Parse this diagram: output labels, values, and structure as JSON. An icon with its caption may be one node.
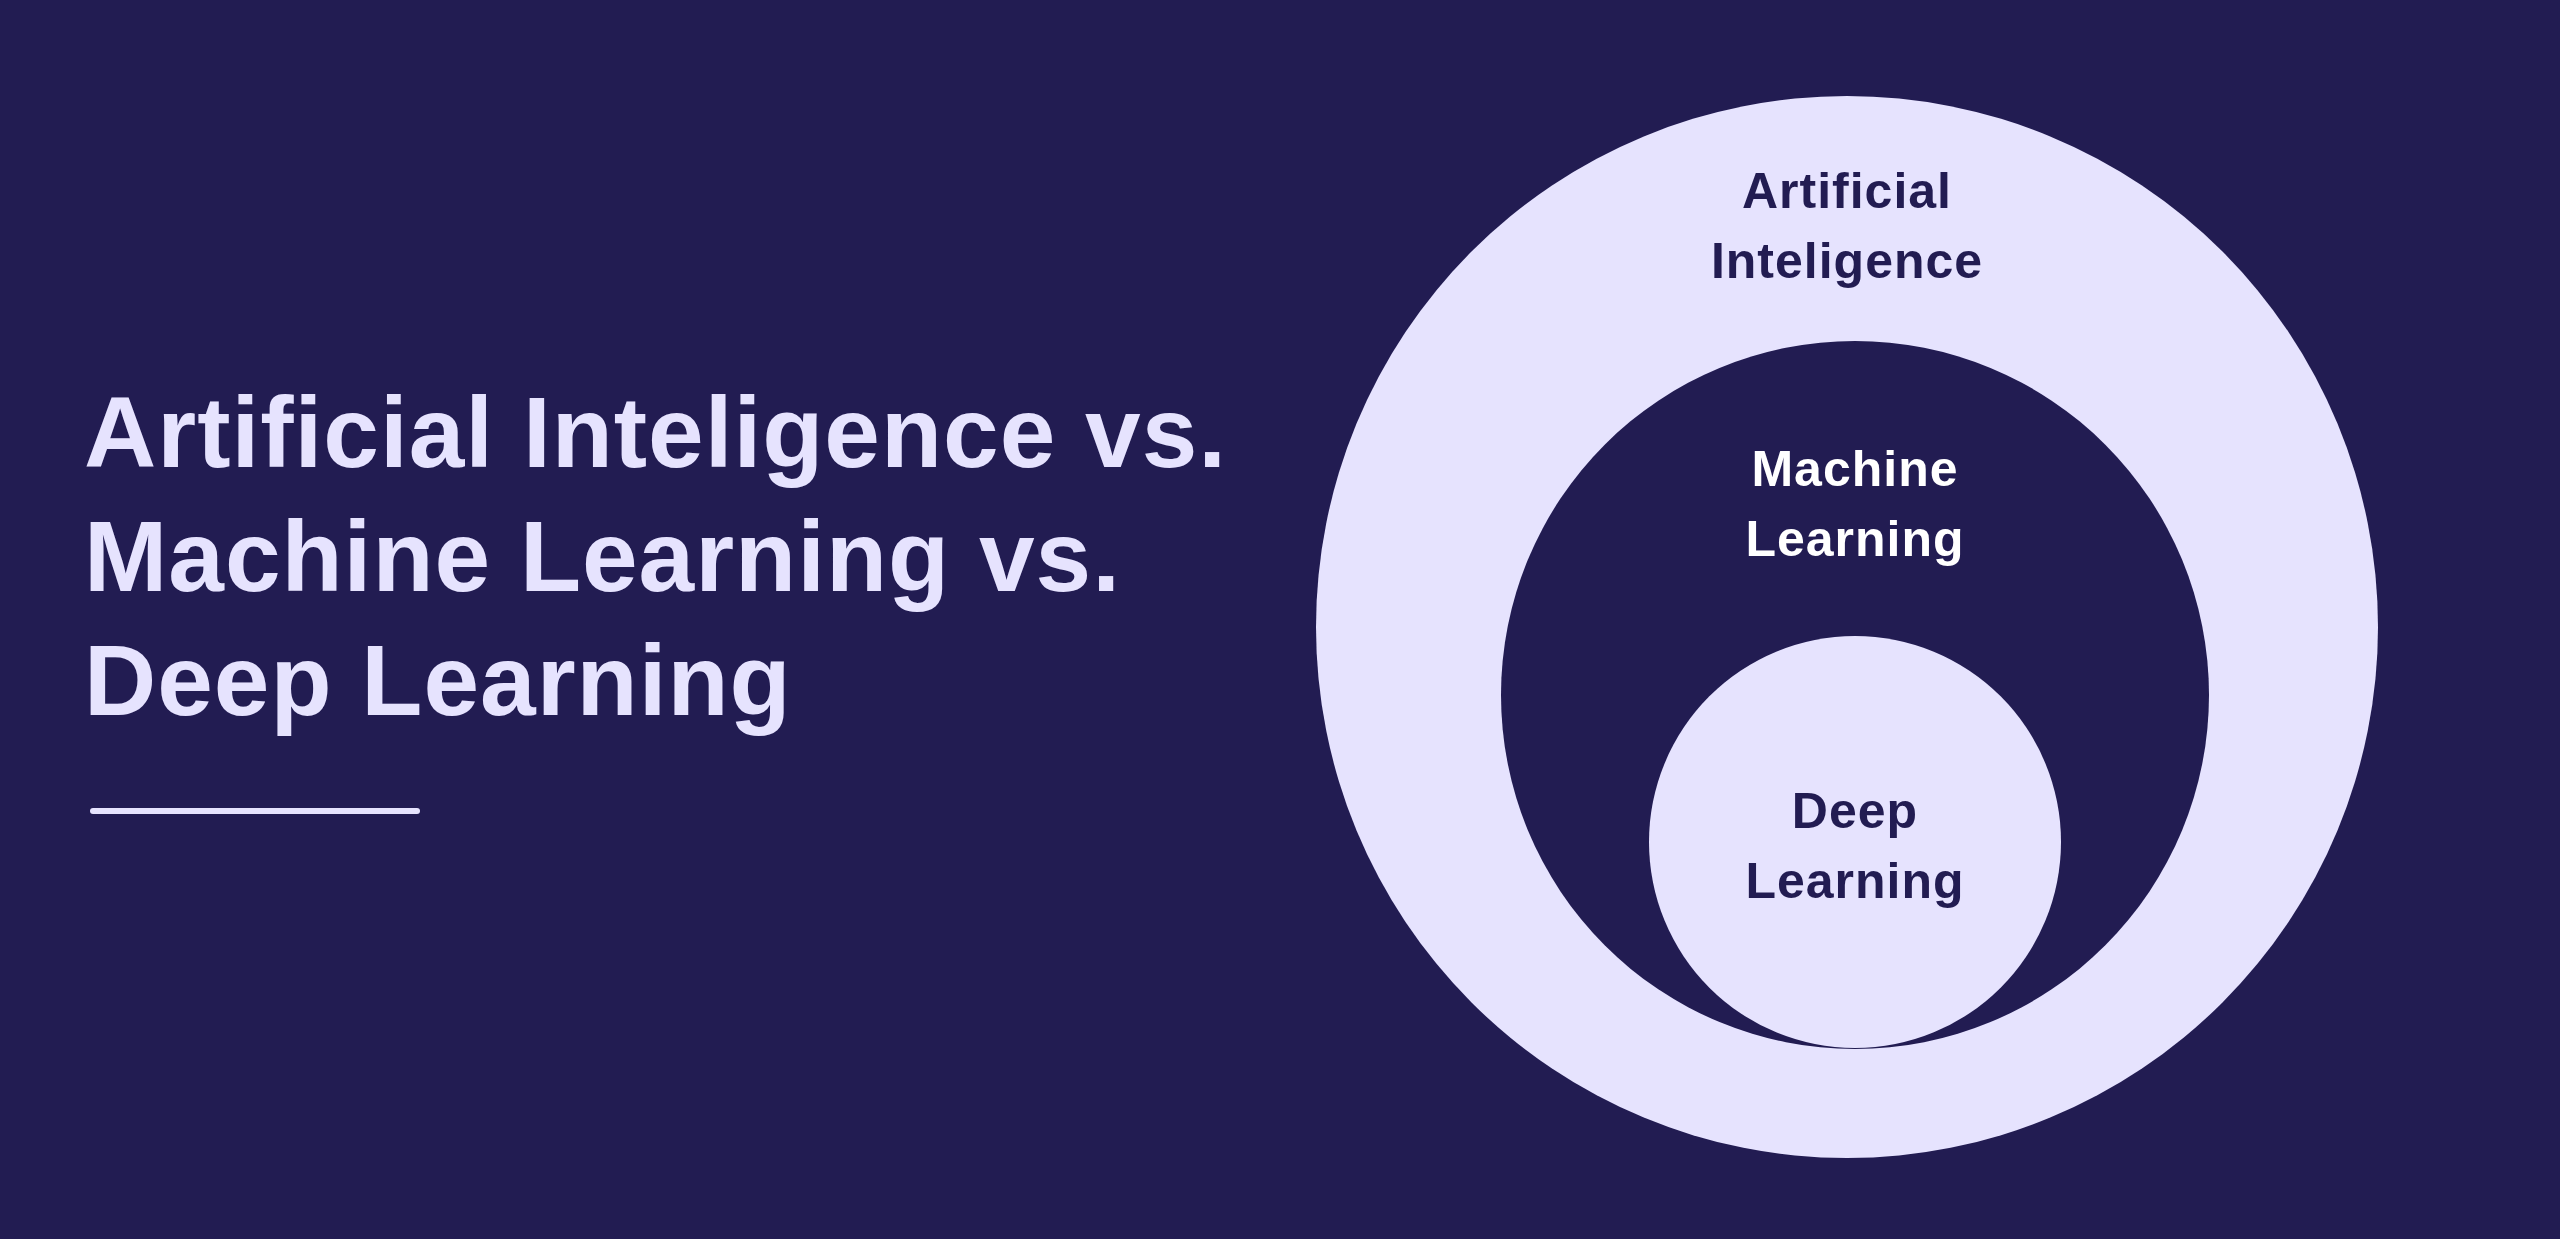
{
  "diagram": {
    "title": "Artificial Inteligence vs. Machine Learning vs. Deep Learning",
    "nodes": [
      {
        "text": [
          "Artificial Inteligence"
        ]
      },
      {
        "text": [
          "Machine Learning"
        ],
        "in": 0
      },
      {
        "text": [
          "Deep Learning"
        ],
        "in": 1
      }
    ]
  }
}
